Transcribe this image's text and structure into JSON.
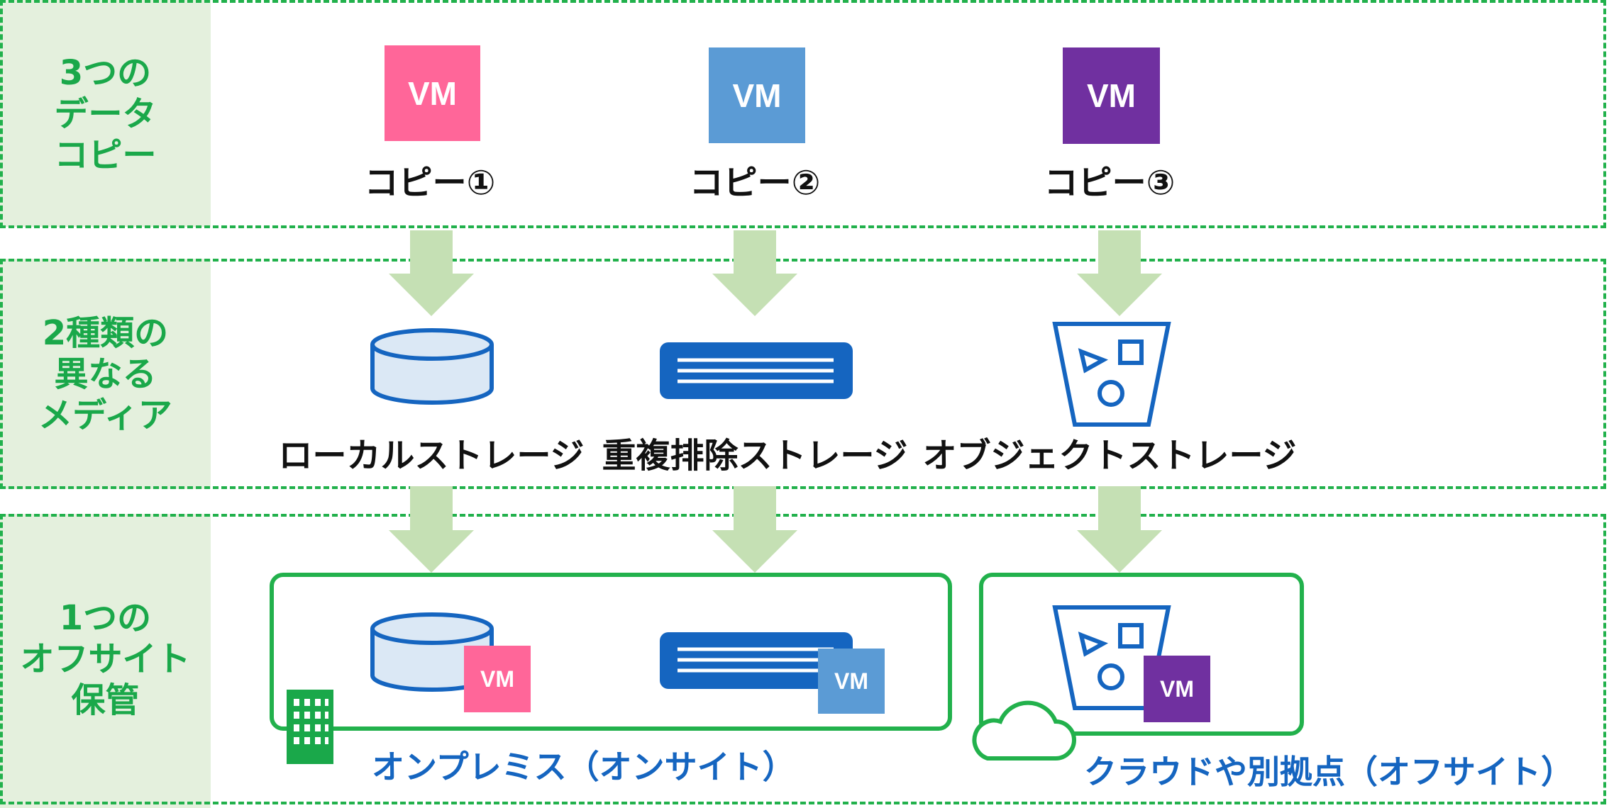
{
  "bands": [
    {
      "label": "3つの\nデータ\nコピー"
    },
    {
      "label": "2種類の\n異なる\nメディア"
    },
    {
      "label": "1つの\nオフサイト\n保管"
    }
  ],
  "copies": [
    {
      "vm": "VM",
      "caption": "コピー①",
      "color": "#ff6699"
    },
    {
      "vm": "VM",
      "caption": "コピー②",
      "color": "#5b9bd5"
    },
    {
      "vm": "VM",
      "caption": "コピー③",
      "color": "#7030a0"
    }
  ],
  "media": [
    {
      "caption": "ローカルストレージ"
    },
    {
      "caption": "重複排除ストレージ"
    },
    {
      "caption": "オブジェクトストレージ"
    }
  ],
  "locations": {
    "onsite": "オンプレミス（オンサイト）",
    "offsite": "クラウドや別拠点（オフサイト）"
  },
  "colors": {
    "accent_green": "#22b14c",
    "arrow_green": "#c5e0b4",
    "storage_blue": "#1565c0",
    "label_bg": "#e4f0dd"
  }
}
